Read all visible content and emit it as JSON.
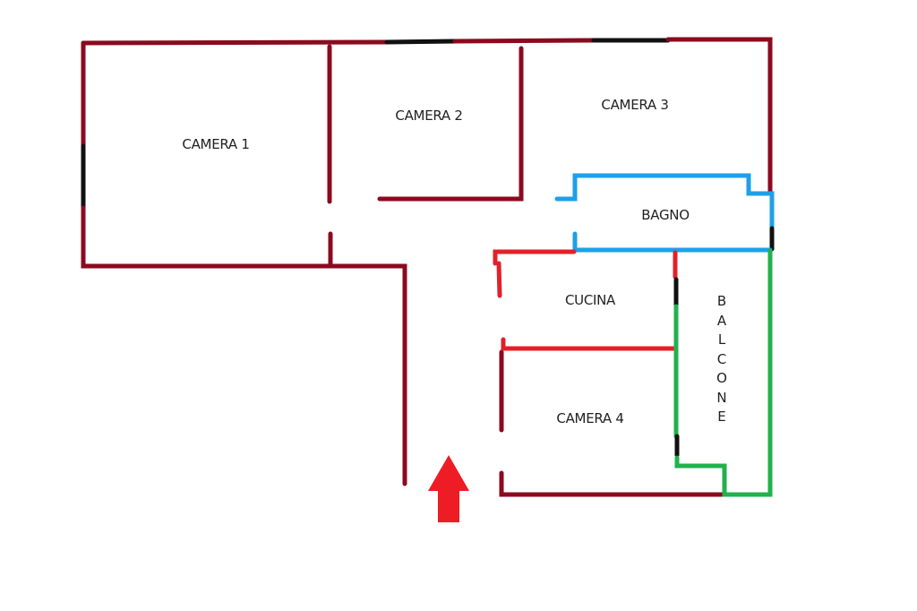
{
  "rooms": {
    "camera1": "CAMERA 1",
    "camera2": "CAMERA 2",
    "camera3": "CAMERA 3",
    "bagno": "BAGNO",
    "cucina": "CUCINA",
    "camera4": "CAMERA 4",
    "balcone_letters": [
      "B",
      "A",
      "L",
      "C",
      "O",
      "N",
      "E"
    ]
  },
  "colors": {
    "main_wall": "#8b0a1e",
    "window": "#111111",
    "bathroom_wall": "#1ea0e6",
    "kitchen_wall": "#e3202a",
    "balcony_wall": "#22b14c",
    "entrance_arrow": "#ee1c24"
  }
}
